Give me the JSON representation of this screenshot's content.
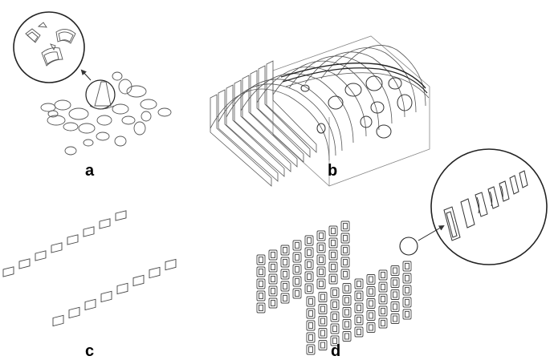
{
  "panels": [
    {
      "label": "a"
    },
    {
      "label": "b"
    },
    {
      "label": "c"
    },
    {
      "label": "d"
    }
  ],
  "colors": {
    "line": "#444444",
    "background": "#ffffff",
    "label": "#000000"
  }
}
